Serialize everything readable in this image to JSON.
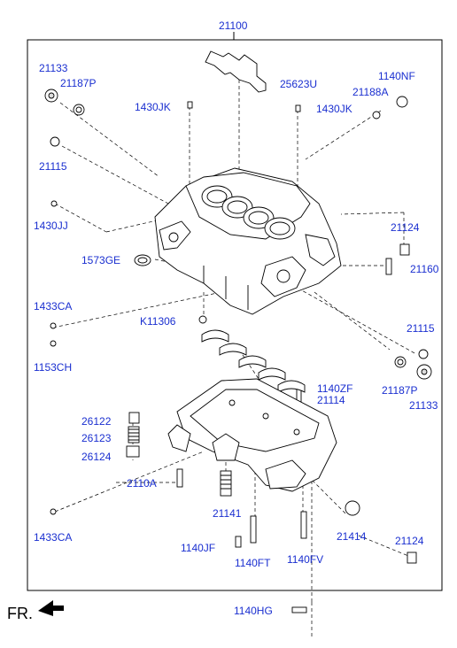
{
  "diagram": {
    "title_part": "21100",
    "direction_label": "FR.",
    "colors": {
      "label": "#1a2fd0",
      "line": "#000000"
    },
    "parts": {
      "p21133_top": "21133",
      "p21187P_top": "21187P",
      "p21115_top": "21115",
      "p1430JJ": "1430JJ",
      "p1430JK_left": "1430JK",
      "p25623U": "25623U",
      "p1430JK_right": "1430JK",
      "p1140NF": "1140NF",
      "p21188A": "21188A",
      "p21124_top": "21124",
      "p21160": "21160",
      "p1573GE": "1573GE",
      "p1433CA_top": "1433CA",
      "p1153CH": "1153CH",
      "pK11306": "K11306",
      "p21115_right": "21115",
      "p21187P_right": "21187P",
      "p21133_right": "21133",
      "p1140ZF": "1140ZF",
      "p21114": "21114",
      "p26122": "26122",
      "p26123": "26123",
      "p26124": "26124",
      "p2110A": "2110A",
      "p21141": "21141",
      "p1433CA_bottom": "1433CA",
      "p1140JF": "1140JF",
      "p1140FT": "1140FT",
      "p1140FV": "1140FV",
      "p21414": "21414",
      "p21124_bottom": "21124",
      "p1140HG": "1140HG"
    }
  }
}
